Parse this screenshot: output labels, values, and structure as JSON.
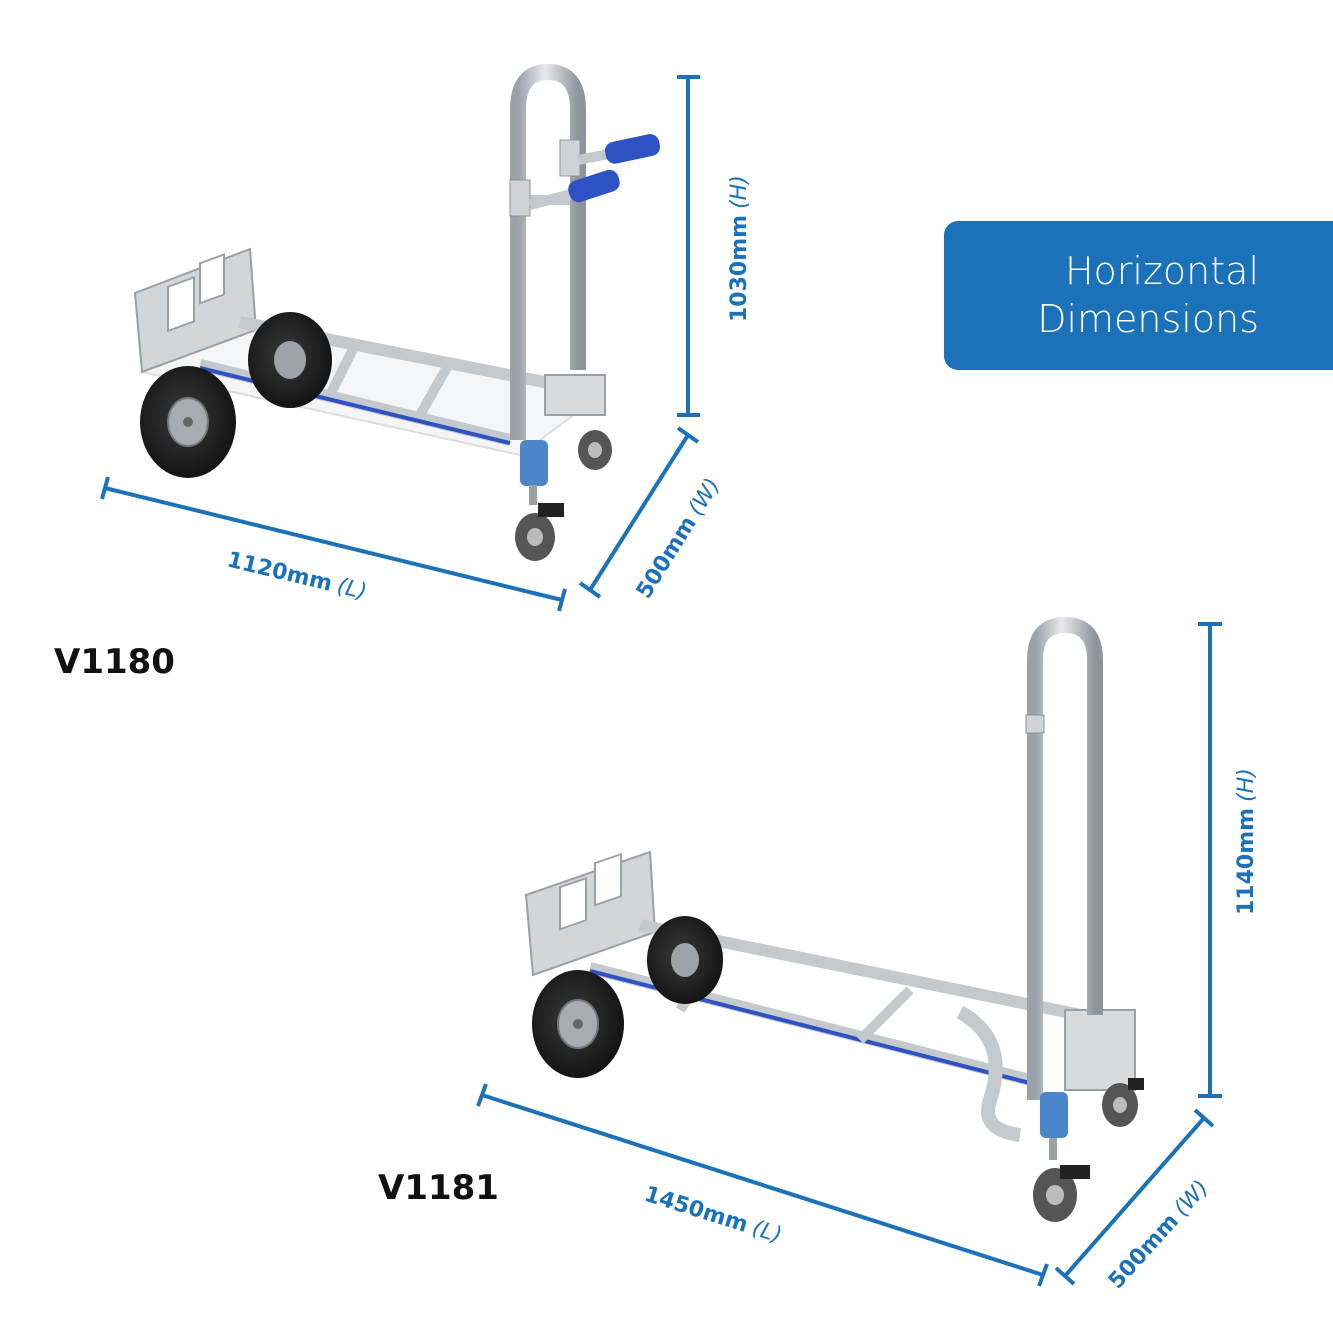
{
  "badge": {
    "line1": "Horizontal",
    "line2": "Dimensions"
  },
  "colors": {
    "accent": "#1b72b9",
    "frame": "#c9ced4",
    "grip": "#2e52c4",
    "tyre": "#222222"
  },
  "products": [
    {
      "model": "V1180",
      "dimensions": {
        "height": {
          "value": "1030mm",
          "unit": "(H)"
        },
        "width": {
          "value": "500mm",
          "unit": "(W)"
        },
        "length": {
          "value": "1120mm",
          "unit": "(L)"
        }
      }
    },
    {
      "model": "V1181",
      "dimensions": {
        "height": {
          "value": "1140mm",
          "unit": "(H)"
        },
        "width": {
          "value": "500mm",
          "unit": "(W)"
        },
        "length": {
          "value": "1450mm",
          "unit": "(L)"
        }
      }
    }
  ]
}
